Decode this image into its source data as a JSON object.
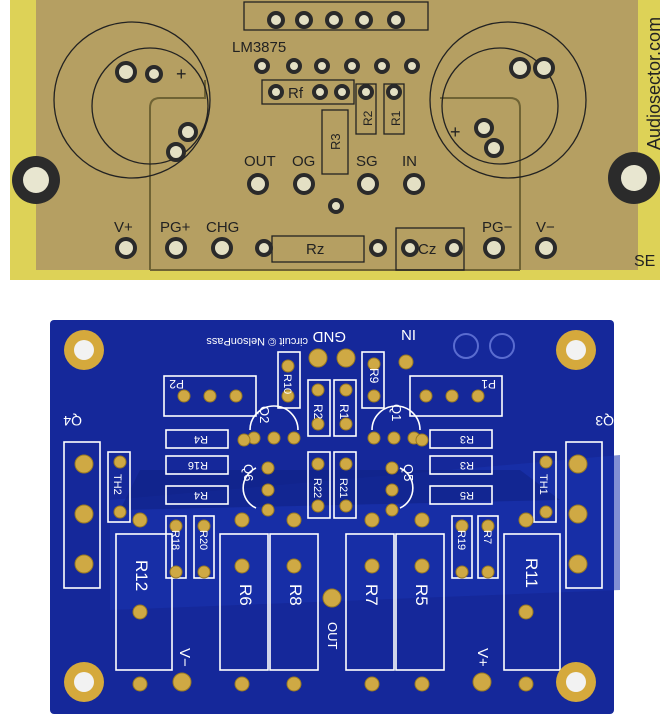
{
  "board1": {
    "chip": "LM3875",
    "brand": "Audiosector.com",
    "variant": "SE",
    "plus_left": "+",
    "plus_right": "+",
    "labels": {
      "rf": "Rf",
      "r3": "R3",
      "r2": "R2",
      "r1": "R1",
      "out": "OUT",
      "og": "OG",
      "sg": "SG",
      "in": "IN",
      "vplus": "V+",
      "pgplus": "PG+",
      "chg": "CHG",
      "rz": "Rz",
      "cz": "Cz",
      "pgminus": "PG−",
      "vminus": "V−"
    }
  },
  "board2": {
    "credit": "circuit © NelsonPass",
    "labels": {
      "gnd": "GND",
      "in": "IN",
      "out": "OUT",
      "vminus": "V−",
      "vplus": "V+",
      "q1": "Q1",
      "q2": "Q2",
      "q3": "Q3",
      "q4": "Q4",
      "q5": "Q5",
      "q6": "Q6",
      "p1": "P1",
      "p2": "P2",
      "th1": "TH1",
      "th2": "TH2",
      "r1": "R1",
      "r2": "R2",
      "r3a": "R3",
      "r3b": "R3",
      "r4a": "R4",
      "r4b": "R4",
      "r5": "R5",
      "r5big": "R5",
      "r6": "R6",
      "r7": "R7",
      "r7small": "R7",
      "r8": "R8",
      "r9": "R9",
      "r10": "R10",
      "r11": "R11",
      "r12": "R12",
      "r16": "R16",
      "r18": "R18",
      "r19": "R19",
      "r20": "R20",
      "r21": "R21",
      "r22": "R22"
    }
  },
  "colors": {
    "pcb_tan": "#b59f62",
    "pcb_edge": "#d9cc52",
    "pad_gold": "#cfa944",
    "pcb_blue": "#15289a",
    "silk": "#ffffff"
  }
}
